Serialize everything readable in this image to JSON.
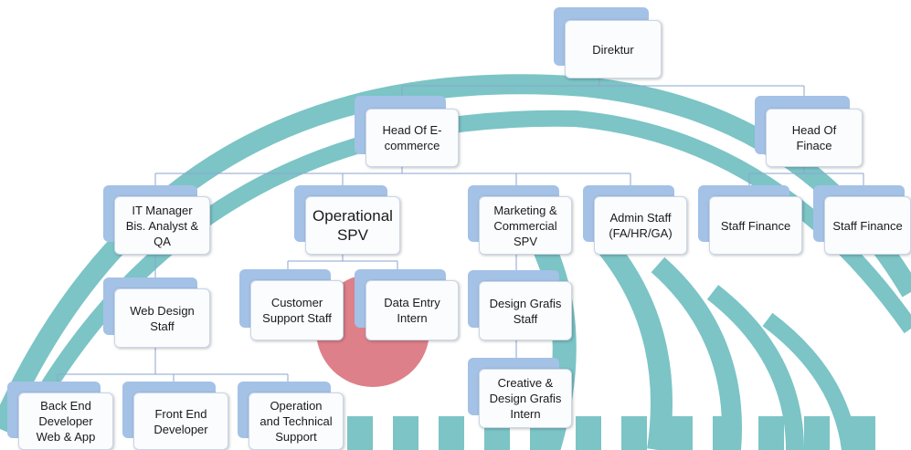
{
  "org_chart": {
    "direktur": "Direktur",
    "head_ecommerce": "Head Of E-\ncommerce",
    "head_finance": "Head Of\nFinace",
    "it_manager": "IT Manager\nBis. Analyst &\nQA",
    "operational_spv": "Operational\nSPV",
    "marketing_spv": "Marketing &\nCommercial\nSPV",
    "admin_staff": "Admin Staff\n(FA/HR/GA)",
    "staff_finance_1": "Staff Finance",
    "staff_finance_2": "Staff Finance",
    "web_design": "Web Design\nStaff",
    "customer_support": "Customer\nSupport Staff",
    "data_entry": "Data Entry\nIntern",
    "design_grafis": "Design Grafis\nStaff",
    "creative_intern": "Creative &\nDesign Grafis\nIntern",
    "back_end": "Back End\nDeveloper\nWeb & App",
    "front_end": "Front End\nDeveloper",
    "operation_support": "Operation\nand Technical\nSupport"
  },
  "colors": {
    "watermark_teal": "#7cc4c6",
    "watermark_red": "#de8089",
    "box_back": "#a4c1e6",
    "connector": "#8aa6cf"
  }
}
